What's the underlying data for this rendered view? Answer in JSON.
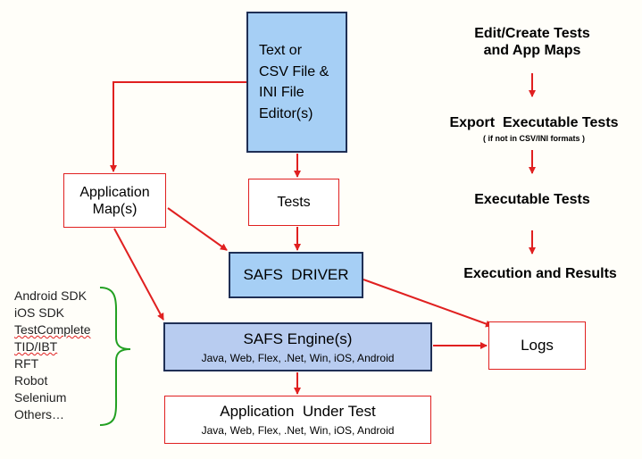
{
  "editor": {
    "lines": [
      "Text  or",
      "CSV File &",
      "INI File",
      "Editor(s)"
    ]
  },
  "appmap": {
    "lines": [
      "Application",
      "Map(s)"
    ]
  },
  "tests": {
    "label": "Tests"
  },
  "driver": {
    "label": "SAFS  DRIVER"
  },
  "engine": {
    "title": "SAFS Engine(s)",
    "platforms": "Java, Web, Flex, .Net, Win, iOS, Android"
  },
  "aut": {
    "title": "Application  Under Test",
    "platforms": "Java, Web, Flex, .Net, Win, iOS, Android"
  },
  "logs": {
    "label": "Logs"
  },
  "engines_list": [
    "Android SDK",
    "iOS SDK",
    "TestComplete",
    "TID/IBT",
    "RFT",
    "Robot",
    "Selenium",
    "Others…"
  ],
  "flow": {
    "step1": [
      "Edit/Create Tests",
      "and App Maps"
    ],
    "step2": "Export  Executable Tests",
    "step2_note": "( if not in CSV/INI formats )",
    "step3": "Executable Tests",
    "step4": "Execution and Results"
  },
  "colors": {
    "arrow": "#e02020",
    "box_blue": "#a6cff5",
    "engine_blue": "#b8ccf0",
    "brace": "#22a022"
  }
}
